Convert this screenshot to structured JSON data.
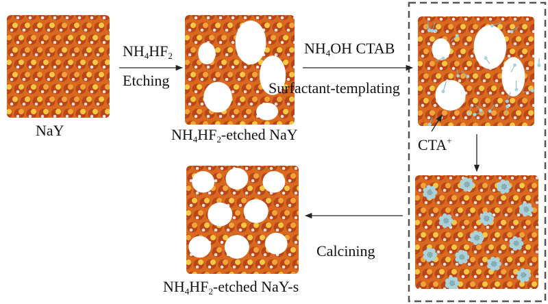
{
  "labels": {
    "nay": "NaY",
    "etched_nay": {
      "a": "NH",
      "s1": "4",
      "b": "HF",
      "s2": "2",
      "c": "-etched NaY"
    },
    "etched_nay_s": {
      "a": "NH",
      "s1": "4",
      "b": "HF",
      "s2": "2",
      "c": "-etched NaY-s"
    },
    "cta": {
      "a": "CTA",
      "sup": "+"
    }
  },
  "steps": {
    "etching": {
      "reagent": {
        "a": "NH",
        "s1": "4",
        "b": "HF",
        "s2": "2"
      },
      "name": "Etching"
    },
    "templating": {
      "reagent": {
        "a": "NH",
        "s1": "4",
        "b": "OH CTAB"
      },
      "name": "Surfactant-templating"
    },
    "calcining": {
      "name": "Calcining"
    }
  },
  "colors": {
    "framework_dark": "#b8461a",
    "framework_mid": "#d8691f",
    "framework_light": "#f2a33a",
    "framework_yellow": "#f6c744",
    "surfactant": "#a9d3dc",
    "surfactant_dark": "#7fb2bf",
    "dashed_box": "#555555",
    "arrow": "#222222"
  }
}
